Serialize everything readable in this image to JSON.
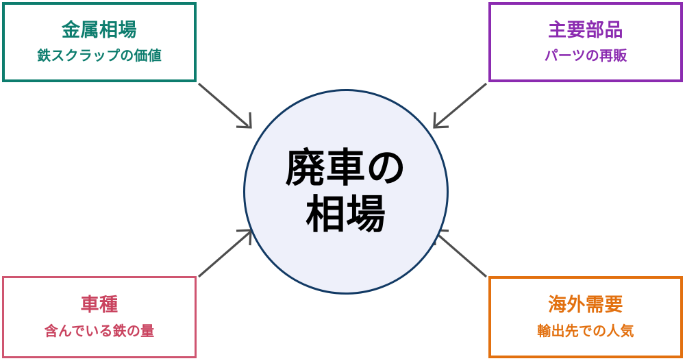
{
  "diagram": {
    "center": {
      "line1": "廃車の",
      "line2": "相場",
      "fill_color": "#eef0fa",
      "border_color": "#123a64"
    },
    "nodes": [
      {
        "id": "metal-price",
        "title": "金属相場",
        "subtitle": "鉄スクラップの価値",
        "color": "#0d7d6e",
        "position": "top-left"
      },
      {
        "id": "main-parts",
        "title": "主要部品",
        "subtitle": "パーツの再販",
        "color": "#8b2bb0",
        "position": "top-right"
      },
      {
        "id": "vehicle-type",
        "title": "車種",
        "subtitle": "含んでいる鉄の量",
        "color": "#cf5570",
        "title_color": "#c9435f",
        "position": "bottom-left"
      },
      {
        "id": "overseas-demand",
        "title": "海外需要",
        "subtitle": "輸出先での人気",
        "color": "#e2700f",
        "position": "bottom-right"
      }
    ],
    "arrows": [
      {
        "id": "arrow-metal-to-center",
        "from": "metal-price",
        "to": "center",
        "color": "#4d4d4d"
      },
      {
        "id": "arrow-parts-to-center",
        "from": "main-parts",
        "to": "center",
        "color": "#4d4d4d"
      },
      {
        "id": "arrow-vehicle-to-center",
        "from": "vehicle-type",
        "to": "center",
        "color": "#4d4d4d"
      },
      {
        "id": "arrow-demand-to-center",
        "from": "overseas-demand",
        "to": "center",
        "color": "#4d4d4d"
      }
    ]
  }
}
